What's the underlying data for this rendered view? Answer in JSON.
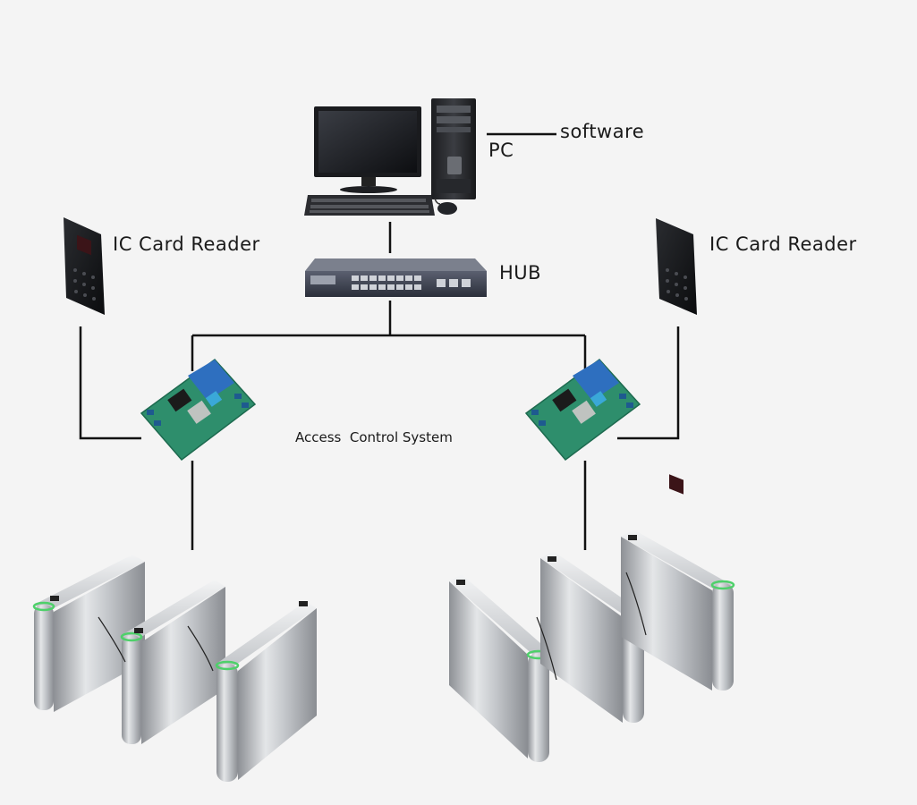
{
  "labels": {
    "software": "software",
    "pc": "PC",
    "hub": "HUB",
    "reader_left": "IC Card Reader",
    "reader_right": "IC Card Reader",
    "system": "Access  Control System"
  },
  "icons": [
    "computer-monitor",
    "pc-tower",
    "keyboard",
    "mouse",
    "network-hub",
    "card-reader",
    "controller-board",
    "turnstile-gate"
  ],
  "colors": {
    "line": "#111111",
    "board_green": "#2e8e6c",
    "board_blue": "#2e6fbf",
    "gate_steel": "#b9bcc0",
    "gate_glow": "#4ed06a"
  }
}
